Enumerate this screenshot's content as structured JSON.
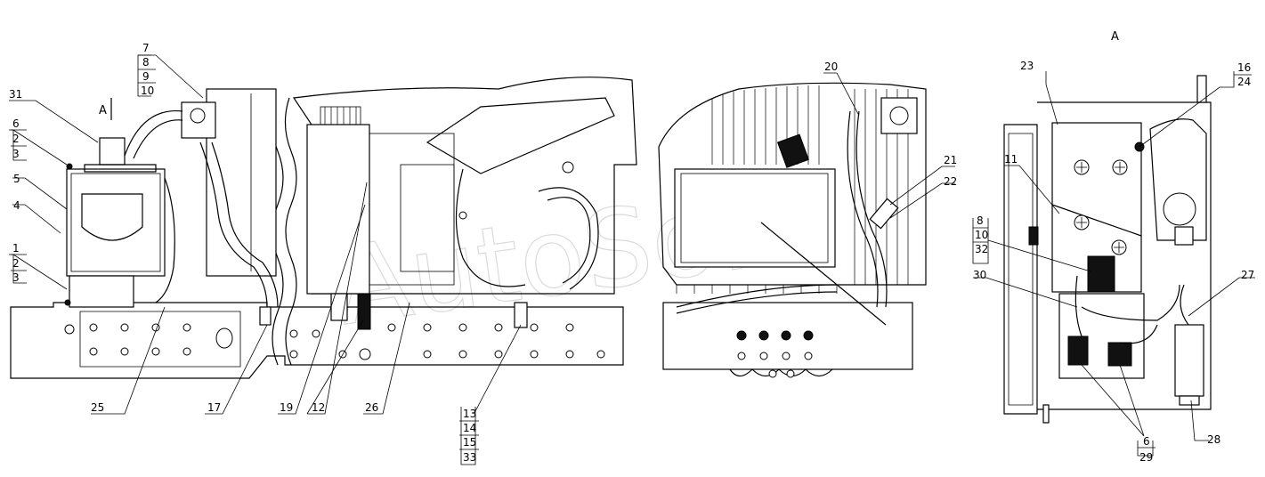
{
  "view_label": "A",
  "section_label": "A",
  "watermark": "AutoSoft",
  "callouts": [
    {
      "id": "c7",
      "text": "7"
    },
    {
      "id": "c8",
      "text": "8"
    },
    {
      "id": "c9",
      "text": "9"
    },
    {
      "id": "c10",
      "text": "10"
    },
    {
      "id": "c31",
      "text": "31"
    },
    {
      "id": "c6a",
      "text": "6"
    },
    {
      "id": "c2a",
      "text": "2"
    },
    {
      "id": "c3a",
      "text": "3"
    },
    {
      "id": "c5",
      "text": "5"
    },
    {
      "id": "c4",
      "text": "4"
    },
    {
      "id": "c1",
      "text": "1"
    },
    {
      "id": "c2b",
      "text": "2"
    },
    {
      "id": "c3b",
      "text": "3"
    },
    {
      "id": "c25",
      "text": "25"
    },
    {
      "id": "c17",
      "text": "17"
    },
    {
      "id": "c19",
      "text": "19"
    },
    {
      "id": "c12",
      "text": "12"
    },
    {
      "id": "c26",
      "text": "26"
    },
    {
      "id": "c13",
      "text": "13"
    },
    {
      "id": "c14",
      "text": "14"
    },
    {
      "id": "c15",
      "text": "15"
    },
    {
      "id": "c33",
      "text": "33"
    },
    {
      "id": "c20",
      "text": "20"
    },
    {
      "id": "c21",
      "text": "21"
    },
    {
      "id": "c22",
      "text": "22"
    },
    {
      "id": "c23",
      "text": "23"
    },
    {
      "id": "c16",
      "text": "16"
    },
    {
      "id": "c24",
      "text": "24"
    },
    {
      "id": "c11",
      "text": "11"
    },
    {
      "id": "c8b",
      "text": "8"
    },
    {
      "id": "c10b",
      "text": "10"
    },
    {
      "id": "c32",
      "text": "32"
    },
    {
      "id": "c30",
      "text": "30"
    },
    {
      "id": "c27",
      "text": "27"
    },
    {
      "id": "c6b",
      "text": "6"
    },
    {
      "id": "c29",
      "text": "29"
    },
    {
      "id": "c28",
      "text": "28"
    }
  ]
}
